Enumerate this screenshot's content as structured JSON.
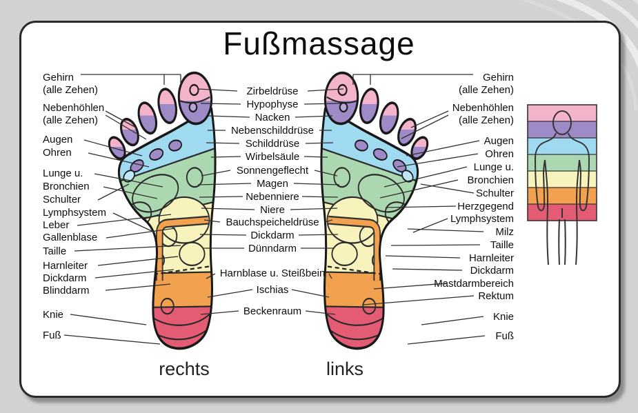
{
  "title": "Fußmassage",
  "captions": {
    "right_foot": "rechts",
    "left_foot": "links"
  },
  "left_labels": [
    "Gehirn\n(alle Zehen)",
    "Nebenhöhlen\n(alle Zehen)",
    "Augen",
    "Ohren",
    "Lunge u.",
    "Bronchien",
    "Schulter",
    "Lymphsystem",
    "Leber",
    "Gallenblase",
    "Taille",
    "Harnleiter",
    "Dickdarm",
    "Blinddarm",
    "Knie",
    "Fuß"
  ],
  "center_labels": [
    "Zirbeldrüse",
    "Hypophyse",
    "Nacken",
    "Nebenschilddrüse",
    "Schilddrüse",
    "Wirbelsäule",
    "Sonnengeflecht",
    "Magen",
    "Nebenniere",
    "Niere",
    "Bauchspeicheldrüse",
    "Dickdarm",
    "Dünndarm",
    "Harnblase u. Steißbein",
    "Ischias",
    "Beckenraum"
  ],
  "right_labels": [
    "Gehirn\n(alle Zehen)",
    "Nebenhöhlen\n(alle Zehen)",
    "Augen",
    "Ohren",
    "Lunge u.",
    "Bronchien",
    "Schulter",
    "Herzgegend",
    "Lymphsystem",
    "Milz",
    "Taille",
    "Harnleiter",
    "Dickdarm",
    "Mastdarmbereich",
    "Rektum",
    "Knie",
    "Fuß"
  ],
  "zone_colors": {
    "head_pink": "#f3b3cb",
    "sinus_purple": "#9d8ac6",
    "neck_blue": "#9fdaf0",
    "chest_green": "#abd8b0",
    "abdomen_yellow": "#f8f3bd",
    "pelvis_orange": "#f2a14f",
    "heel_red": "#e45b74"
  },
  "legend": {
    "bands": [
      "#f3b3cb",
      "#9d8ac6",
      "#9fdaf0",
      "#abd8b0",
      "#f8f3bd",
      "#f2a14f",
      "#e45b74"
    ]
  }
}
